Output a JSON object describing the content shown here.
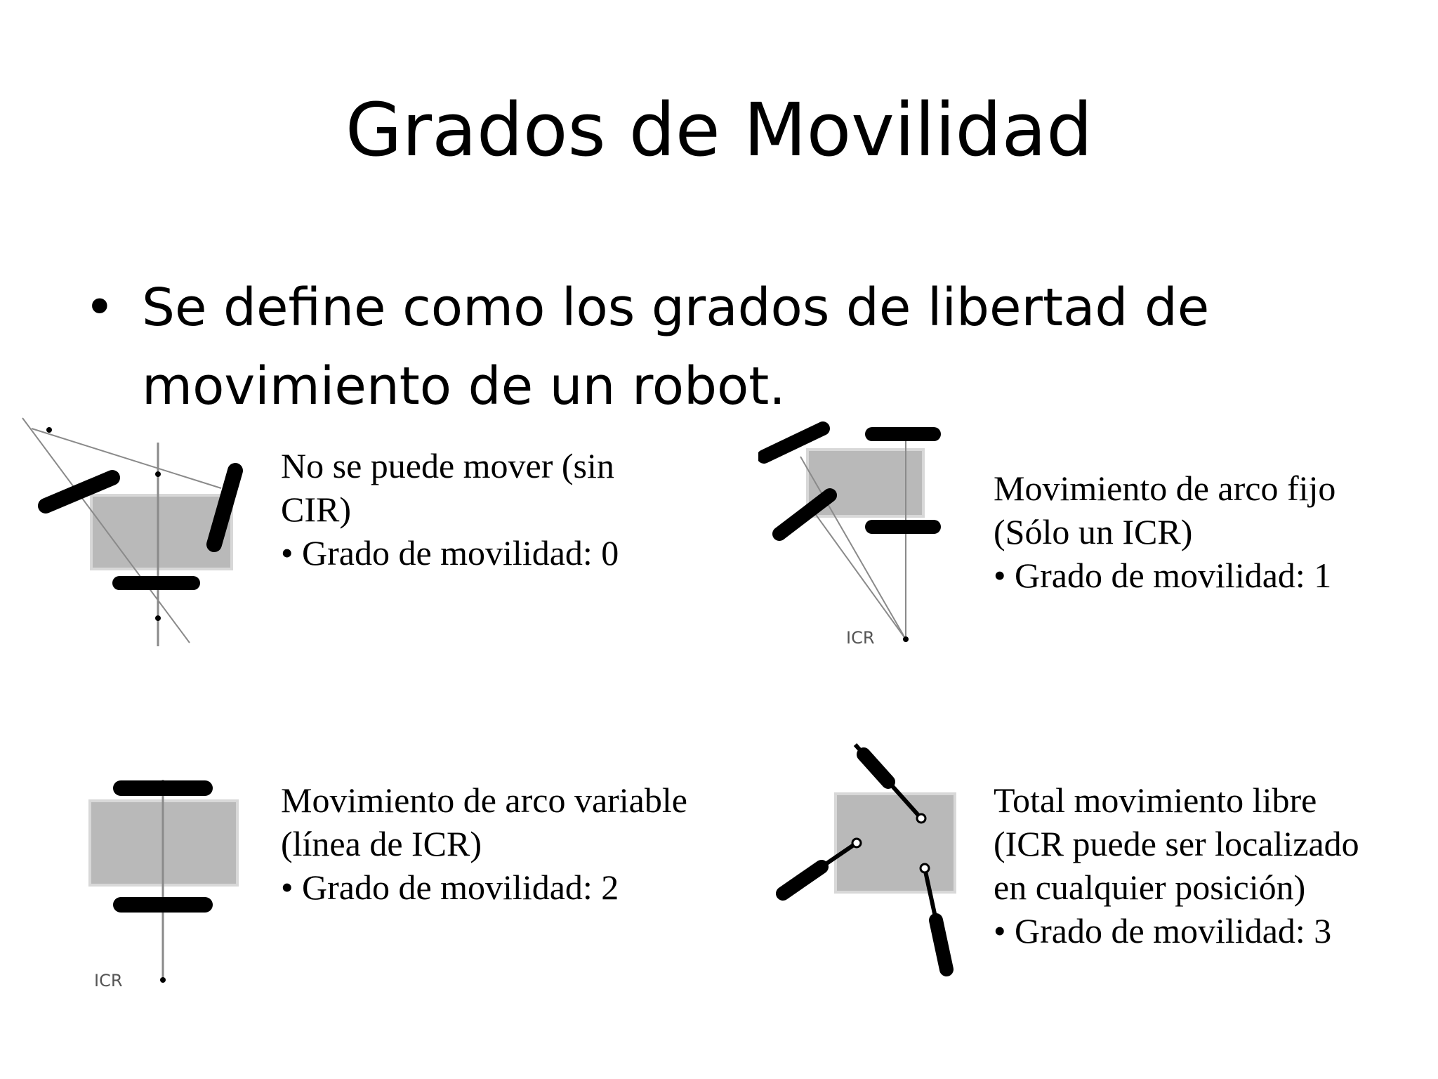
{
  "title": "Grados de Movilidad",
  "bullet": {
    "symbol": "•",
    "text": "Se define como los grados de libertad de movimiento de un robot."
  },
  "panels": [
    {
      "label_lines": [
        "No se puede mover (sin",
        "CIR)"
      ],
      "sub_bullet": "• Grado de movilidad: 0",
      "icr_label": ""
    },
    {
      "label_lines": [
        "Movimiento de arco fijo",
        "(Sólo un ICR)"
      ],
      "sub_bullet": "• Grado de movilidad: 1",
      "icr_label": "ICR"
    },
    {
      "label_lines": [
        "Movimiento de arco variable",
        "(línea de ICR)"
      ],
      "sub_bullet": "• Grado de movilidad: 2",
      "icr_label": "ICR"
    },
    {
      "label_lines": [
        "Total movimiento libre",
        "(ICR puede ser localizado",
        "en cualquier posición)"
      ],
      "sub_bullet": "• Grado de movilidad: 3",
      "icr_label": ""
    }
  ],
  "colors": {
    "body_fill": "#b9b9b9",
    "wheel": "#000000",
    "line": "#8a8a8a"
  }
}
